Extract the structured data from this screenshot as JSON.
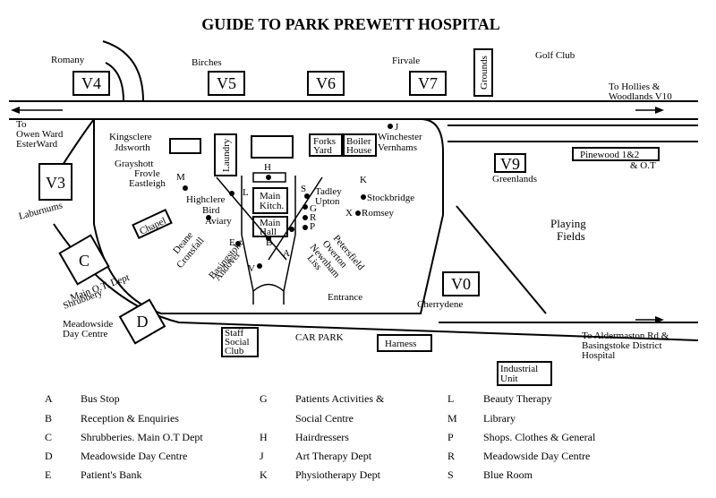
{
  "title": "GUIDE TO PARK PREWETT HOSPITAL",
  "directions": {
    "left": [
      "To",
      "Owen Ward",
      "EsterWard"
    ],
    "right_top": [
      "To Hollies &",
      "Woodlands V10"
    ],
    "right_bottom": [
      "To Aldermaston Rd &",
      "Basingstoke District",
      "Hospital"
    ]
  },
  "wards": {
    "v4": {
      "box": "V4",
      "name": "Romany"
    },
    "v5": {
      "box": "V5",
      "name": "Birches"
    },
    "v6": {
      "box": "V6"
    },
    "v7": {
      "box": "V7",
      "name": "Firvale"
    },
    "v3": {
      "box": "V3",
      "name": "Laburnums"
    },
    "v9": {
      "box": "V9",
      "name": "Greenlands"
    },
    "v0": {
      "box": "V0",
      "name": "Cherrydene"
    },
    "c": {
      "box": "C",
      "name": "Shrubbery",
      "name2": "Main O.T. Dept"
    },
    "d": {
      "box": "D",
      "name": "Meadowside",
      "name2": "Day Centre"
    }
  },
  "places": {
    "grounds": "Grounds",
    "golf_club": "Golf Club",
    "pinewood": "Pinewood 1&2",
    "pinewood2": "& O.T",
    "playing_fields": "Playing",
    "playing_fields2": "Fields",
    "car_park": "CAR PARK",
    "harness": "Harness",
    "industrial": "Industrial",
    "industrial2": "Unit",
    "staff_social": [
      "Staff",
      "Social",
      "Club"
    ],
    "chapel": "Chapel",
    "laundry": "Laundry",
    "main_kitch": [
      "Main",
      "Kitch."
    ],
    "main_hall": [
      "Main",
      "Hall"
    ],
    "forks_yard": [
      "Forks",
      "Yard"
    ],
    "boiler_house": [
      "Boiler",
      "House"
    ],
    "entrance": "Entrance"
  },
  "wings_left": [
    "Kingsclere",
    "Jdsworth",
    "Grayshott",
    "Frovle",
    "Eastleigh",
    "Highclere",
    "Bird",
    "Aviary",
    "Deane",
    "Cronsfall",
    "Basingstoke",
    "Andover"
  ],
  "wings_right": [
    "Winchester",
    "Vernhams",
    "Tadley",
    "Upton",
    "Stockbridge",
    "Romsey",
    "Petersfield",
    "Overton",
    "Newnham",
    "Liss"
  ],
  "markers": {
    "m": "M",
    "l": "L",
    "h": "H",
    "s": "S",
    "g": "G",
    "r": "R",
    "p": "P",
    "k": "K",
    "j": "J",
    "x": "X",
    "e": "E",
    "b": "B",
    "a": "A",
    "v": "V"
  },
  "legend": [
    {
      "key": "A",
      "text": "Bus Stop"
    },
    {
      "key": "B",
      "text": "Reception & Enquiries"
    },
    {
      "key": "C",
      "text": "Shrubberies. Main O.T Dept"
    },
    {
      "key": "D",
      "text": "Meadowside Day Centre"
    },
    {
      "key": "E",
      "text": "Patient's Bank"
    },
    {
      "key": "G",
      "text": "Patients Activities &"
    },
    {
      "key": "",
      "text": "Social Centre"
    },
    {
      "key": "H",
      "text": "Hairdressers"
    },
    {
      "key": "J",
      "text": "Art Therapy Dept"
    },
    {
      "key": "K",
      "text": "Physiotherapy Dept"
    },
    {
      "key": "L",
      "text": "Beauty Therapy"
    },
    {
      "key": "M",
      "text": "Library"
    },
    {
      "key": "P",
      "text": "Shops. Clothes & General"
    },
    {
      "key": "R",
      "text": "Meadowside Day Centre"
    },
    {
      "key": "S",
      "text": "Blue Room"
    }
  ]
}
